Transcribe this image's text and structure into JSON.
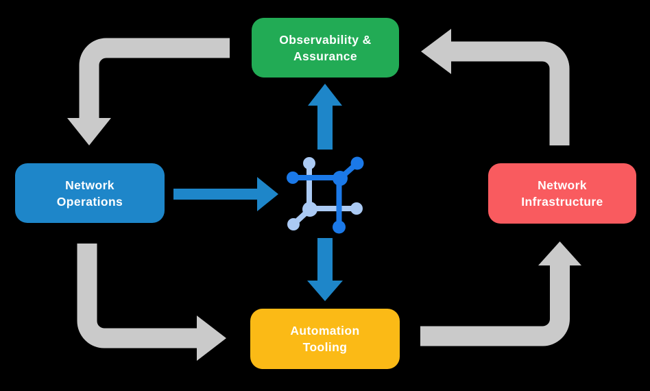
{
  "diagram": {
    "background": "#000000",
    "colors": {
      "arrow_gray": "#CACACA",
      "arrow_blue": "#1E86C9",
      "icon_dark": "#1B79E8",
      "icon_light": "#ABCAF4",
      "text": "#FFFFFF"
    },
    "nodes": [
      {
        "id": "observability-assurance",
        "line1": "Observability &",
        "line2": "Assurance",
        "color": "#22AB55"
      },
      {
        "id": "network-operations",
        "line1": "Network",
        "line2": "Operations",
        "color": "#1E86C9"
      },
      {
        "id": "network-infrastructure",
        "line1": "Network",
        "line2": "Infrastructure",
        "color": "#F95B5F"
      },
      {
        "id": "automation-tooling",
        "line1": "Automation",
        "line2": "Tooling",
        "color": "#FBBA16"
      }
    ],
    "icons": {
      "center_icon": "network-platform-icon"
    }
  }
}
